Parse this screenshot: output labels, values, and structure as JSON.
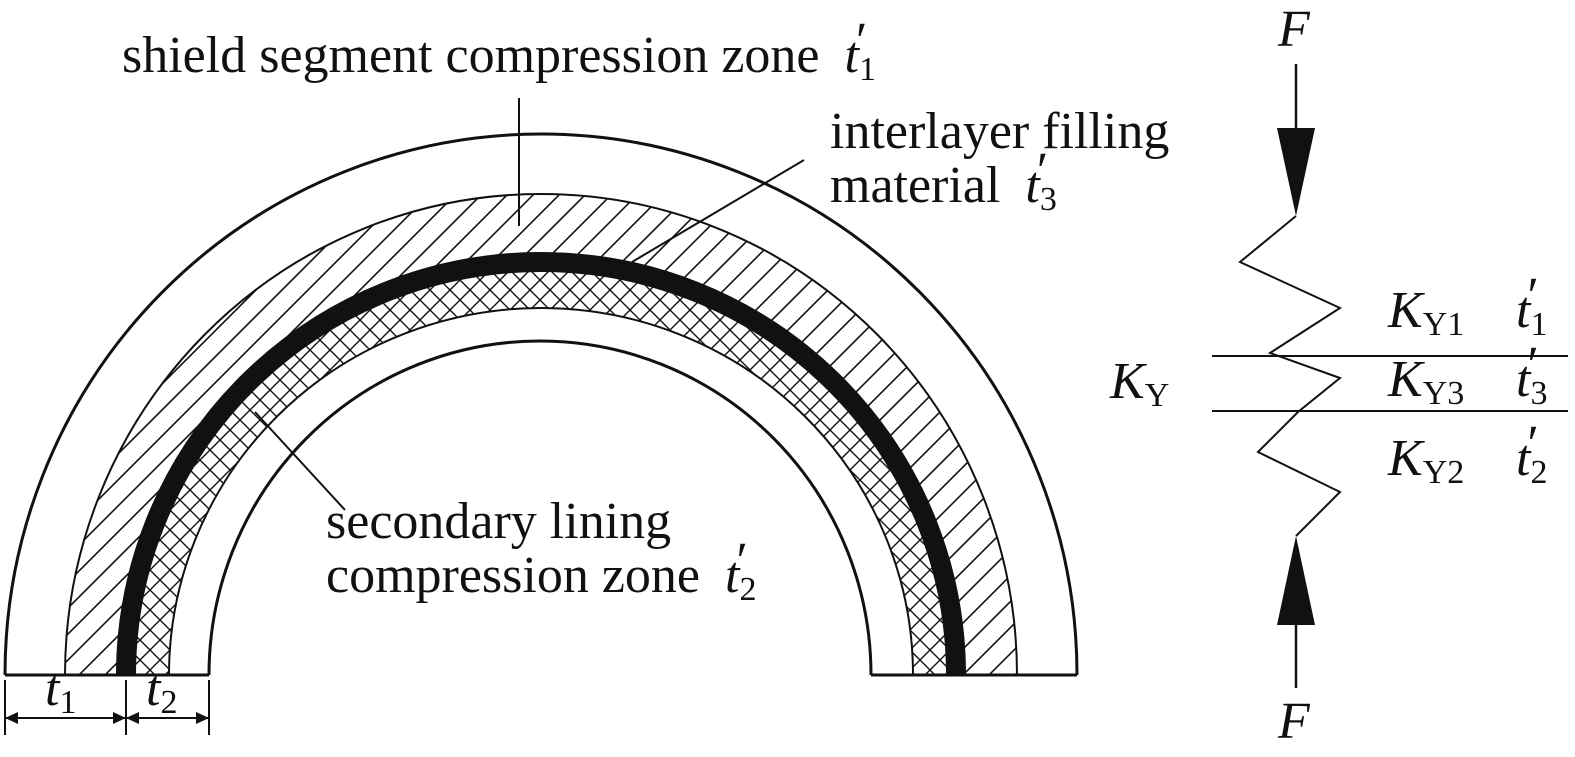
{
  "labels": {
    "shield_zone": "shield segment compression zone",
    "interlayer_line1": "interlayer filling",
    "interlayer_line2": "material",
    "secondary_line1": "secondary lining",
    "secondary_line2": "compression zone",
    "t_symbol": "t",
    "prime": "′",
    "sub_1": "1",
    "sub_2": "2",
    "sub_3": "3",
    "force": "F",
    "k_symbol": "K",
    "k_total_sub": "Y",
    "ky1_sub": "Y1",
    "ky3_sub": "Y3",
    "ky2_sub": "Y2"
  },
  "colors": {
    "stroke": "#111111",
    "background": "#ffffff"
  }
}
